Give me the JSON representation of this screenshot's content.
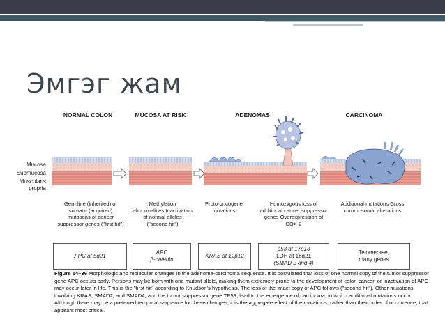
{
  "slide": {
    "title": "Эмгэг жам"
  },
  "figure": {
    "stages": [
      "NORMAL COLON",
      "MUCOSA AT RISK",
      "ADENOMAS",
      "CARCINOMA"
    ],
    "layer_labels": [
      "Mucosa",
      "Submucosa",
      "Muscularis",
      "propria"
    ],
    "descriptions": [
      "Germline (inherited) or somatic (acquired) mutations of cancer suppressor genes (\"first hit\")",
      "Methylation abnormalities Inactivation of normal alleles (\"second hit\")",
      "Proto-oncogene mutations",
      "Homozygous loss of additional cancer suppressor genes Overexpression of COX-2",
      "Additional mutations Gross chromosomal alterations"
    ],
    "boxes": [
      [
        "APC at 5q21"
      ],
      [
        "APC",
        "β-catenin"
      ],
      [
        "KRAS at 12p12"
      ],
      [
        "p53 at 17p13",
        "LOH at 18q21",
        "(SMAD 2 and 4)"
      ],
      [
        "Telomerase,",
        "many genes"
      ]
    ],
    "caption_label": "Figure 14–36",
    "caption_text": "Morphologic and molecular changes in the adenoma-carcinoma sequence. It is postulated that loss of one normal copy of the tumor suppressor gene APC occurs early. Persons may be born with one mutant allele, making them extremely prone to the development of colon cancer, or inactivation of APC may occur later in life. This is the \"first hit\" according to Knudson's hypothesis. The loss of the intact copy of APC follows (\"second hit\"). Other mutations involving KRAS, SMAD2, and SMAD4, and the tumor suppressor gene TP53, lead to the emergence of carcinoma, in which additional mutations occur. Although there may be a preferred temporal sequence for these changes, it is the aggregate effect of the mutations, rather than their order of occurrence, that appears most critical."
  },
  "colors": {
    "topbar": "#3b3e4a",
    "band": "#3f5963",
    "accent": "#b9c9cf",
    "mucosa": "#c9d4e8",
    "submucosa": "#f0c6bc",
    "muscularis": "#e89b8e",
    "tumor": "#8aa4cf"
  }
}
